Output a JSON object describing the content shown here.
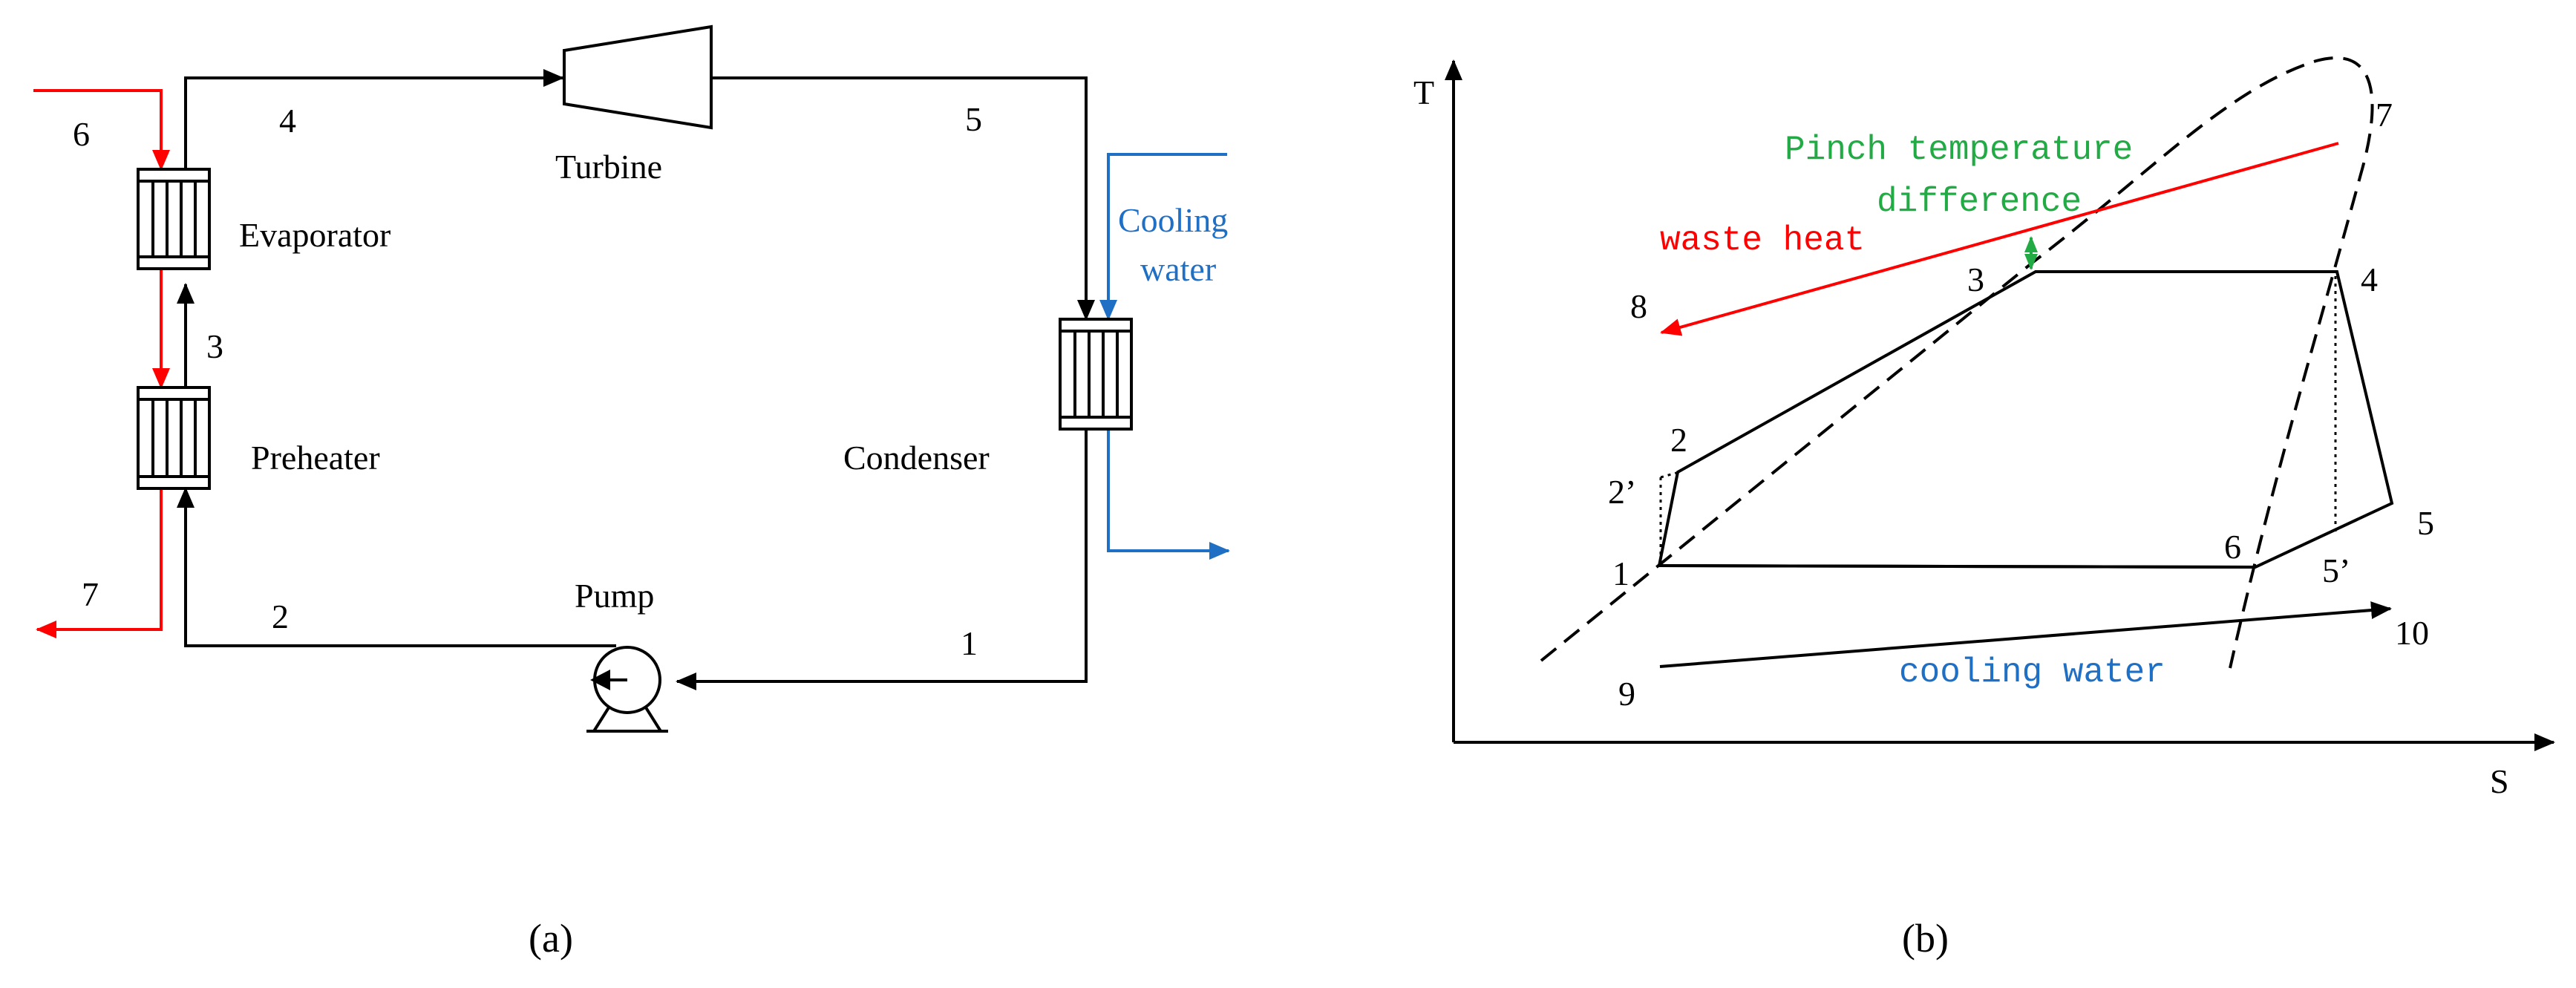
{
  "panel_a": {
    "caption": "(a)",
    "components": {
      "turbine": "Turbine",
      "evaporator": "Evaporator",
      "preheater": "Preheater",
      "condenser": "Condenser",
      "pump": "Pump",
      "cooling_water_line1": "Cooling",
      "cooling_water_line2": "water"
    },
    "state_points": {
      "p1": "1",
      "p2": "2",
      "p3": "3",
      "p4": "4",
      "p5": "5",
      "p6": "6",
      "p7": "7"
    },
    "colors": {
      "waste_heat": "#ff0000",
      "cooling_water": "#1f6fc4",
      "working_fluid": "#000000"
    }
  },
  "panel_b": {
    "caption": "(b)",
    "axes": {
      "y": "T",
      "x": "S"
    },
    "annotations": {
      "pinch_line1": "Pinch temperature",
      "pinch_line2": "difference",
      "waste_heat": "waste heat",
      "cooling_water": "cooling water"
    },
    "state_points": {
      "p1": "1",
      "p2": "2",
      "p2p": "2’",
      "p3": "3",
      "p4": "4",
      "p5": "5",
      "p5p": "5’",
      "p6": "6",
      "p7": "7",
      "p8": "8",
      "p9": "9",
      "p10": "10"
    },
    "colors": {
      "pinch": "#22aa44",
      "waste_heat": "#ff0000",
      "cooling_water": "#1f6fc4"
    }
  }
}
